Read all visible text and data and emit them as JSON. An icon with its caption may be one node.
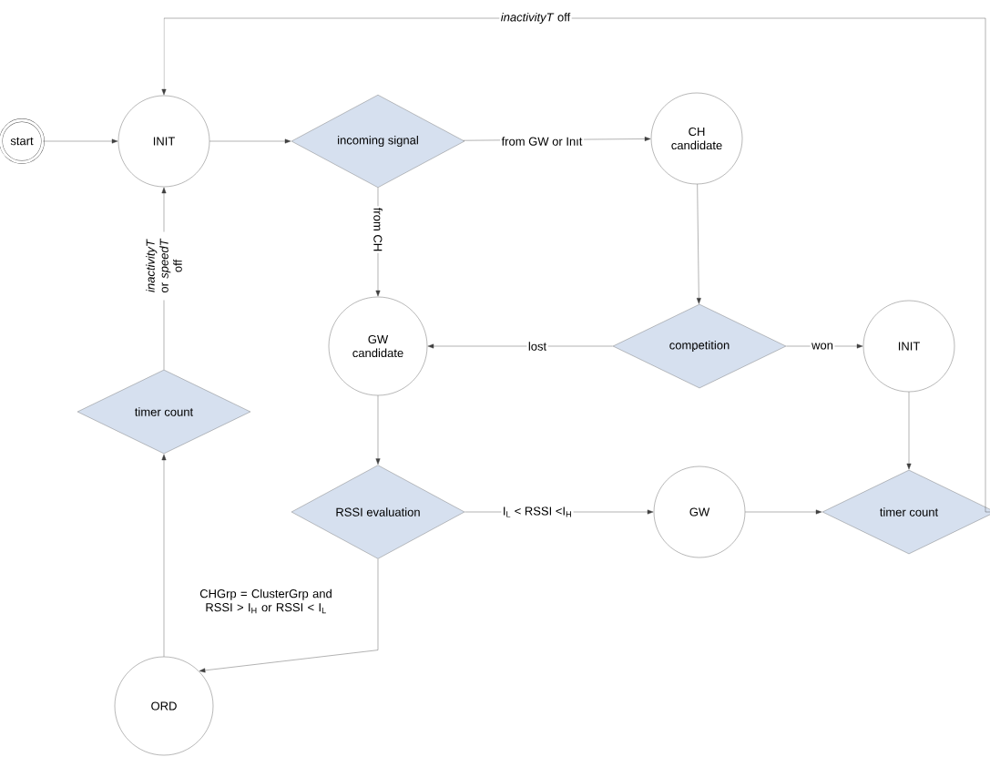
{
  "diagram": {
    "nodes": [
      {
        "text": [
          "start"
        ]
      },
      {
        "text": [
          "INIT"
        ]
      },
      {
        "text": [
          "incoming signal"
        ]
      },
      {
        "text": [
          "CH candidate"
        ]
      },
      {
        "text": [
          "GW candidate"
        ]
      },
      {
        "text": [
          "competition"
        ]
      },
      {
        "text": [
          "INIT"
        ]
      },
      {
        "text": [
          "timer count"
        ]
      },
      {
        "text": [
          "RSSI evaluation"
        ]
      },
      {
        "text": [
          "GW"
        ]
      },
      {
        "text": [
          "timer count"
        ]
      },
      {
        "text": [
          "ORD"
        ]
      }
    ],
    "edges": [
      {
        "from": 0,
        "to": 1,
        "arrow": "to"
      },
      {
        "from": 1,
        "to": 2,
        "arrow": "to"
      },
      {
        "from": 2,
        "to": 3,
        "arrow": "to",
        "label": "from GW or Inıt"
      },
      {
        "from": 2,
        "to": 4,
        "arrow": "to",
        "label": "from CH"
      },
      {
        "from": 3,
        "to": 5,
        "arrow": "to"
      },
      {
        "from": 5,
        "to": 4,
        "arrow": "to",
        "label": "lost"
      },
      {
        "from": 5,
        "to": 6,
        "arrow": "to",
        "label": "won"
      },
      {
        "from": 4,
        "to": 8,
        "arrow": "to"
      },
      {
        "from": 8,
        "to": 9,
        "arrow": "to",
        "label": "I$_{L}$ < RSSI <I$_{H}$"
      },
      {
        "from": 9,
        "to": 10,
        "arrow": "to"
      },
      {
        "from": 6,
        "to": 10,
        "arrow": "to"
      },
      {
        "from": 10,
        "to": 1,
        "arrow": "to",
        "label": "*inactivityT* off"
      },
      {
        "from": 8,
        "to": 11,
        "arrow": "to",
        "label": "CHGrp = ClusterGrp and RSSI > I$_{H}$ or RSSI < I$_{L}$"
      },
      {
        "from": 11,
        "to": 7,
        "arrow": "to"
      },
      {
        "from": 7,
        "to": 1,
        "arrow": "to",
        "label": "*inactivityT* or *speedT* off"
      }
    ]
  }
}
